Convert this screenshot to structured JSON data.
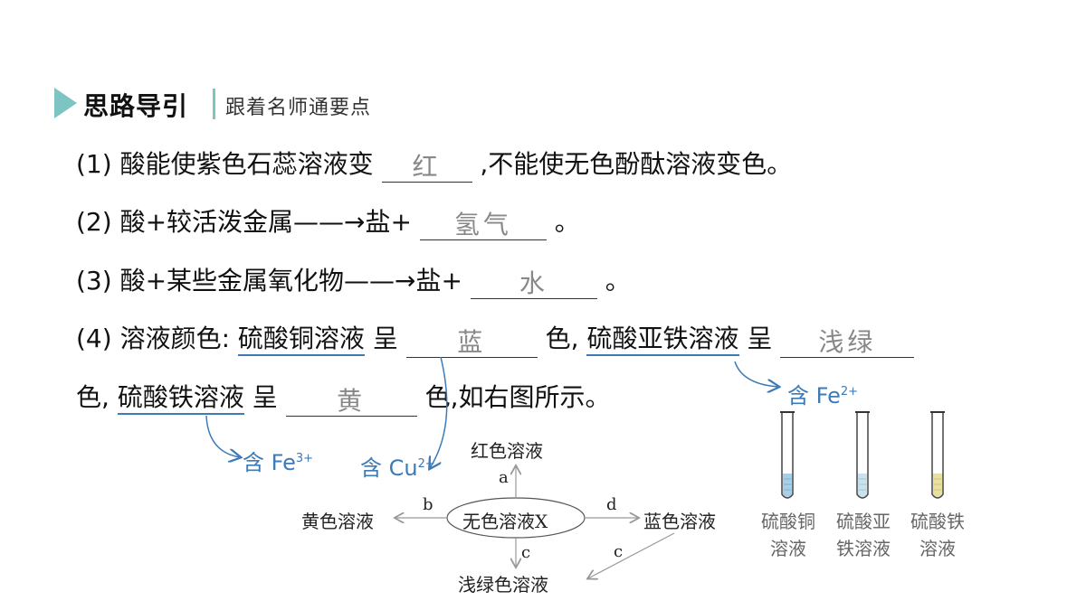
{
  "header": {
    "title": "思路导引",
    "subtitle": "跟着名师通要点"
  },
  "lines": {
    "l1": {
      "num": "(1)",
      "pre": "酸能使紫色石蕊溶液变",
      "answer": "红",
      "post": ",不能使无色酚酞溶液变色。"
    },
    "l2": {
      "num": "(2)",
      "pre": "酸+较活泼金属——→盐+",
      "answer": "氢气",
      "post": "。"
    },
    "l3": {
      "num": "(3)",
      "pre": "酸+某些金属氧化物——→盐+",
      "answer": "水",
      "post": "。"
    },
    "l4": {
      "num": "(4)",
      "pre": "溶液颜色:",
      "s1": "硫酸铜溶液",
      "t1": "呈",
      "answer1": "蓝",
      "t2": "色,",
      "s2": "硫酸亚铁溶液",
      "t3": "呈",
      "answer2": "浅绿"
    },
    "l5": {
      "t0": "色,",
      "s3": "硫酸铁溶液",
      "t1": "呈",
      "answer3": "黄",
      "post": "色,如右图所示。"
    }
  },
  "notes": {
    "fe2": {
      "text": "含 Fe",
      "sup": "2+"
    },
    "fe3": {
      "text": "含 Fe",
      "sup": "3+"
    },
    "cu2": {
      "text": "含 Cu",
      "sup": "2+"
    }
  },
  "diagram": {
    "center": "无色溶液X",
    "top": "红色溶液",
    "left": "黄色溶液",
    "right": "蓝色溶液",
    "bottom": "浅绿色溶液",
    "label_a": "a",
    "label_b": "b",
    "label_c1": "c",
    "label_c2": "c",
    "label_d": "d"
  },
  "tubes": [
    {
      "line1": "硫酸铜",
      "line2": "溶液",
      "color": "#a9cfe6"
    },
    {
      "line1": "硫酸亚",
      "line2": "铁溶液",
      "color": "#c9e3ee"
    },
    {
      "line1": "硫酸铁",
      "line2": "溶液",
      "color": "#e8e0a0"
    }
  ]
}
